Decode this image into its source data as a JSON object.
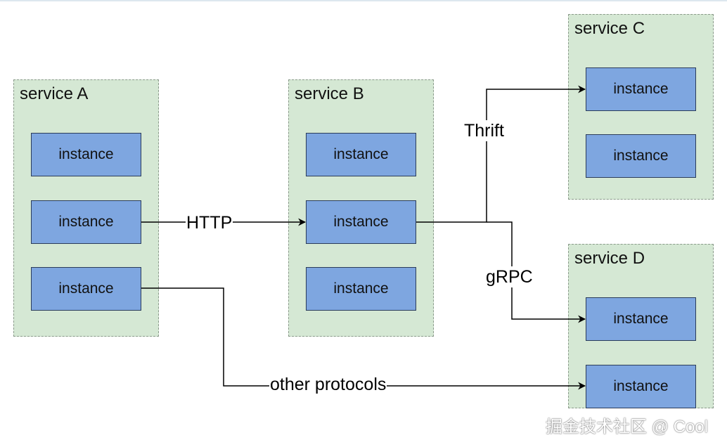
{
  "services": {
    "a": {
      "title": "service A",
      "instances": [
        "instance",
        "instance",
        "instance"
      ]
    },
    "b": {
      "title": "service B",
      "instances": [
        "instance",
        "instance",
        "instance"
      ]
    },
    "c": {
      "title": "service C",
      "instances": [
        "instance",
        "instance"
      ]
    },
    "d": {
      "title": "service D",
      "instances": [
        "instance",
        "instance"
      ]
    }
  },
  "protocols": {
    "http": "HTTP",
    "thrift": "Thrift",
    "grpc": "gRPC",
    "other": "other protocols"
  },
  "watermark": "掘金技术社区 @ Cool",
  "colors": {
    "service_fill": "#d5e8d4",
    "instance_fill": "#7ea6e0",
    "instance_border": "#2b3c5a",
    "edge": "#000000"
  }
}
